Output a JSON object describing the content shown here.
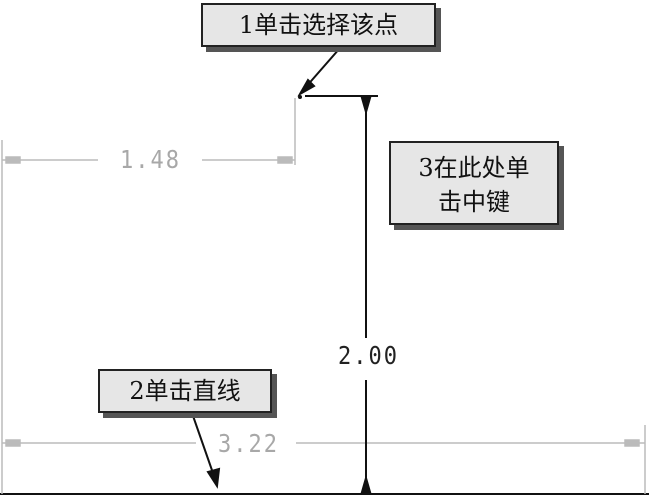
{
  "callouts": {
    "select_point": "1单击选择该点",
    "middle_click_line1": "3在此处单",
    "middle_click_line2": "击中键",
    "click_line": "2单击直线"
  },
  "dimensions": {
    "horizontal_top": "1.48",
    "horizontal_bottom": "3.22",
    "vertical": "2.00"
  },
  "colors": {
    "weak_dimension": "#a8a8a8",
    "strong_dimension": "#222222",
    "callout_background": "#e6e6e6",
    "callout_border": "#222222"
  }
}
